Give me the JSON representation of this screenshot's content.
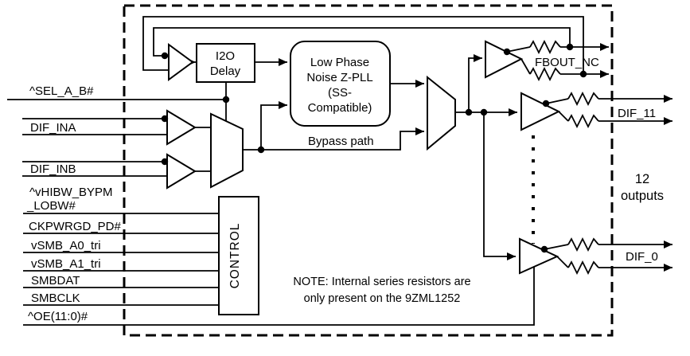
{
  "chip": {
    "inputs": {
      "sel": "^SEL_A_B#",
      "dif_ina": "DIF_INA",
      "dif_inb": "DIF_INB",
      "vhibw1": "^vHIBW_BYPM",
      "vhibw2": "_LOBW#",
      "ckpwrgd": "CKPWRGD_PD#",
      "vsmb_a0": "vSMB_A0_tri",
      "vsmb_a1": "vSMB_A1_tri",
      "smbdat": "SMBDAT",
      "smbclk": "SMBCLK",
      "oe": "^OE(11:0)#"
    },
    "blocks": {
      "i2o_line1": "I2O",
      "i2o_line2": "Delay",
      "pll_line1": "Low Phase",
      "pll_line2": "Noise Z-PLL",
      "pll_line3": "(SS-",
      "pll_line4": "Compatible)",
      "control": "CONTROL"
    },
    "outputs": {
      "fbout": "FBOUT_NC",
      "dif11": "DIF_11",
      "dif0": "DIF_0",
      "count_line1": "12",
      "count_line2": "outputs"
    },
    "annotations": {
      "bypass": "Bypass path",
      "note1": "NOTE: Internal series resistors are",
      "note2": "only present on the 9ZML1252"
    },
    "colors": {
      "ink": "#000000",
      "background": "#ffffff"
    }
  }
}
